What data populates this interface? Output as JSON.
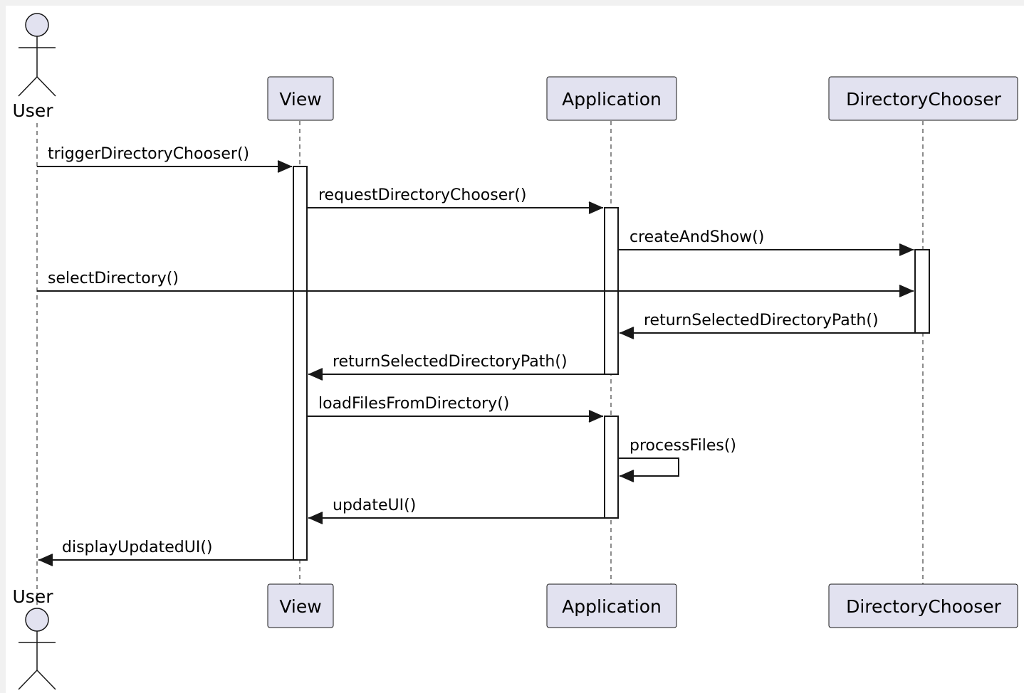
{
  "diagram": {
    "type": "sequence",
    "colors": {
      "participant_fill": "#e2e2f0",
      "participant_stroke": "#181818",
      "lifeline": "#181818",
      "arrow": "#181818",
      "activation_fill": "#ffffff",
      "background": "#ffffff"
    },
    "participants": [
      {
        "id": "user",
        "kind": "actor",
        "label": "User"
      },
      {
        "id": "view",
        "kind": "participant",
        "label": "View"
      },
      {
        "id": "app",
        "kind": "participant",
        "label": "Application"
      },
      {
        "id": "dir",
        "kind": "participant",
        "label": "DirectoryChooser"
      }
    ],
    "messages": [
      {
        "from": "user",
        "to": "view",
        "label": "triggerDirectoryChooser()"
      },
      {
        "from": "view",
        "to": "app",
        "label": "requestDirectoryChooser()"
      },
      {
        "from": "app",
        "to": "dir",
        "label": "createAndShow()"
      },
      {
        "from": "user",
        "to": "dir",
        "label": "selectDirectory()"
      },
      {
        "from": "dir",
        "to": "app",
        "label": "returnSelectedDirectoryPath()"
      },
      {
        "from": "app",
        "to": "view",
        "label": "returnSelectedDirectoryPath()"
      },
      {
        "from": "view",
        "to": "app",
        "label": "loadFilesFromDirectory()"
      },
      {
        "from": "app",
        "to": "app",
        "label": "processFiles()"
      },
      {
        "from": "app",
        "to": "view",
        "label": "updateUI()"
      },
      {
        "from": "view",
        "to": "user",
        "label": "displayUpdatedUI()"
      }
    ]
  }
}
